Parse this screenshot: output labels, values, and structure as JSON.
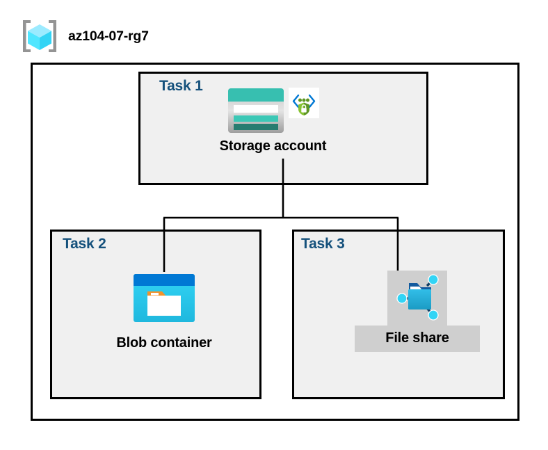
{
  "header": {
    "title": "az104-07-rg7",
    "icon": "resource-group-icon"
  },
  "diagram": {
    "container_name": "resource-group-container",
    "tasks": [
      {
        "id": "task-1",
        "label": "Task 1",
        "node_caption": "Storage account",
        "icons": [
          "storage-account-icon",
          "secure-code-shield-icon"
        ]
      },
      {
        "id": "task-2",
        "label": "Task 2",
        "node_caption": "Blob container",
        "icons": [
          "blob-container-icon"
        ]
      },
      {
        "id": "task-3",
        "label": "Task 3",
        "node_caption": "File share",
        "icons": [
          "file-share-icon"
        ],
        "highlighted": true
      }
    ],
    "connections": [
      {
        "from": "Storage account",
        "to": "Blob container"
      },
      {
        "from": "Storage account",
        "to": "File share"
      }
    ]
  },
  "colors": {
    "task_label": "#15517C",
    "box_border": "#000000",
    "box_fill": "#F0F0F0",
    "canvas": "#FFFFFF",
    "highlight_plate": "#CFCFCF",
    "storage_teal": "#37BFB0",
    "blob_blue": "#0078D4",
    "blob_cyan": "#32D4F5",
    "shield_green": "#5E9624",
    "bracket_blue": "#0078D4",
    "rg_cube_cyan": "#50E6FF"
  }
}
